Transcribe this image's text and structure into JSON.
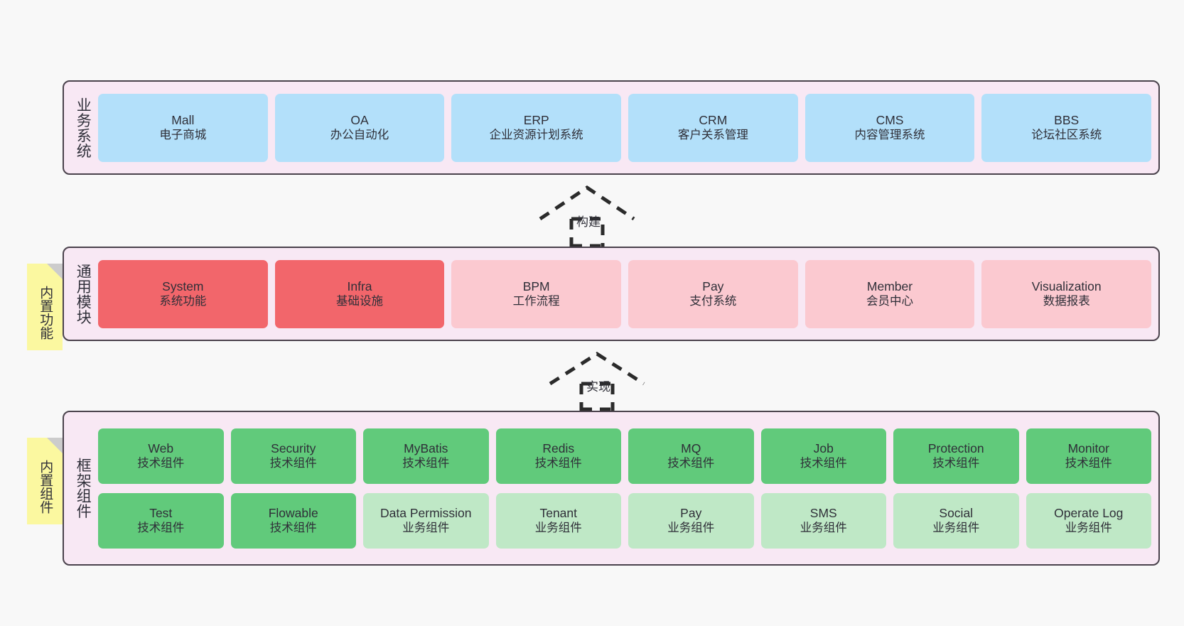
{
  "diagram": {
    "background_color": "#f8f8f8",
    "layer_fill": "#f8e8f4",
    "layer_border": "#4a424c"
  },
  "layers": [
    {
      "key": "business",
      "title": "业务系统",
      "accent": "#b3e0fa",
      "rows": [
        {
          "nodes": [
            {
              "en": "Mall",
              "cn": "电子商城",
              "color": "#b3e0fa"
            },
            {
              "en": "OA",
              "cn": "办公自动化",
              "color": "#b3e0fa"
            },
            {
              "en": "ERP",
              "cn": "企业资源计划系统",
              "color": "#b3e0fa"
            },
            {
              "en": "CRM",
              "cn": "客户关系管理",
              "color": "#b3e0fa"
            },
            {
              "en": "CMS",
              "cn": "内容管理系统",
              "color": "#b3e0fa"
            },
            {
              "en": "BBS",
              "cn": "论坛社区系统",
              "color": "#b3e0fa"
            }
          ]
        }
      ]
    },
    {
      "key": "common-module",
      "title": "通用模块",
      "sticky": "内置功能",
      "accent": "#f2666b",
      "rows": [
        {
          "nodes": [
            {
              "en": "System",
              "cn": "系统功能",
              "color": "#f2666b"
            },
            {
              "en": "Infra",
              "cn": "基础设施",
              "color": "#f2666b"
            },
            {
              "en": "BPM",
              "cn": "工作流程",
              "color": "#fbc9d0"
            },
            {
              "en": "Pay",
              "cn": "支付系统",
              "color": "#fbc9d0"
            },
            {
              "en": "Member",
              "cn": "会员中心",
              "color": "#fbc9d0"
            },
            {
              "en": "Visualization",
              "cn": "数据报表",
              "color": "#fbc9d0"
            }
          ]
        }
      ]
    },
    {
      "key": "framework-component",
      "title": "框架组件",
      "sticky": "内置组件",
      "accent": "#61ca7b",
      "rows": [
        {
          "nodes": [
            {
              "en": "Web",
              "cn": "技术组件",
              "color": "#61ca7b"
            },
            {
              "en": "Security",
              "cn": "技术组件",
              "color": "#61ca7b"
            },
            {
              "en": "MyBatis",
              "cn": "技术组件",
              "color": "#61ca7b"
            },
            {
              "en": "Redis",
              "cn": "技术组件",
              "color": "#61ca7b"
            },
            {
              "en": "MQ",
              "cn": "技术组件",
              "color": "#61ca7b"
            },
            {
              "en": "Job",
              "cn": "技术组件",
              "color": "#61ca7b"
            },
            {
              "en": "Protection",
              "cn": "技术组件",
              "color": "#61ca7b"
            },
            {
              "en": "Monitor",
              "cn": "技术组件",
              "color": "#61ca7b"
            }
          ]
        },
        {
          "nodes": [
            {
              "en": "Test",
              "cn": "技术组件",
              "color": "#61ca7b"
            },
            {
              "en": "Flowable",
              "cn": "技术组件",
              "color": "#61ca7b"
            },
            {
              "en": "Data Permission",
              "cn": "业务组件",
              "color": "#bfe8c6"
            },
            {
              "en": "Tenant",
              "cn": "业务组件",
              "color": "#bfe8c6"
            },
            {
              "en": "Pay",
              "cn": "业务组件",
              "color": "#bfe8c6"
            },
            {
              "en": "SMS",
              "cn": "业务组件",
              "color": "#bfe8c6"
            },
            {
              "en": "Social",
              "cn": "业务组件",
              "color": "#bfe8c6"
            },
            {
              "en": "Operate Log",
              "cn": "业务组件",
              "color": "#bfe8c6"
            }
          ]
        }
      ]
    }
  ],
  "connectors": [
    {
      "key": "build",
      "label": "构建"
    },
    {
      "key": "implement",
      "label": "实现"
    }
  ]
}
